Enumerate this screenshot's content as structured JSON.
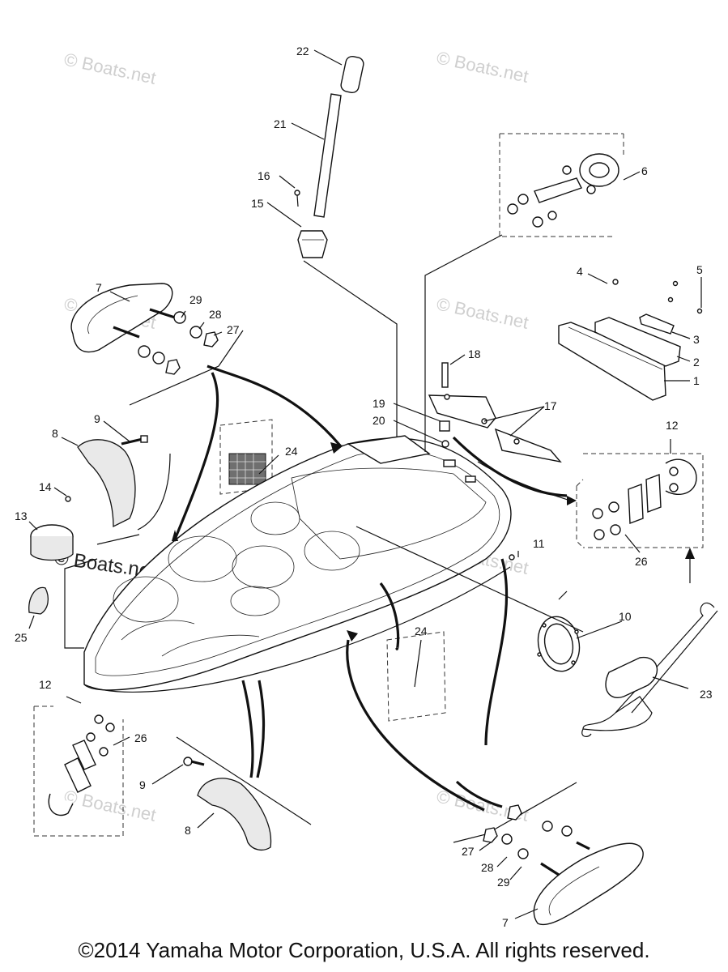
{
  "watermark": "© Boats.net",
  "callouts": {
    "c1": "1",
    "c2": "2",
    "c3": "3",
    "c4": "4",
    "c5": "5",
    "c6": "6",
    "c7a": "7",
    "c7b": "7",
    "c8a": "8",
    "c8b": "8",
    "c9a": "9",
    "c9b": "9",
    "c10": "10",
    "c11": "11",
    "c12a": "12",
    "c12b": "12",
    "c13": "13",
    "c14": "14",
    "c15": "15",
    "c16": "16",
    "c17": "17",
    "c18": "18",
    "c19": "19",
    "c20": "20",
    "c21": "21",
    "c22": "22",
    "c23": "23",
    "c24a": "24",
    "c24b": "24",
    "c25": "25",
    "c26a": "26",
    "c26b": "26",
    "c27a": "27",
    "c27b": "27",
    "c28a": "28",
    "c28b": "28",
    "c29a": "29",
    "c29b": "29"
  },
  "footer": "©2014 Yamaha Motor Corporation, U.S.A. All rights reserved."
}
